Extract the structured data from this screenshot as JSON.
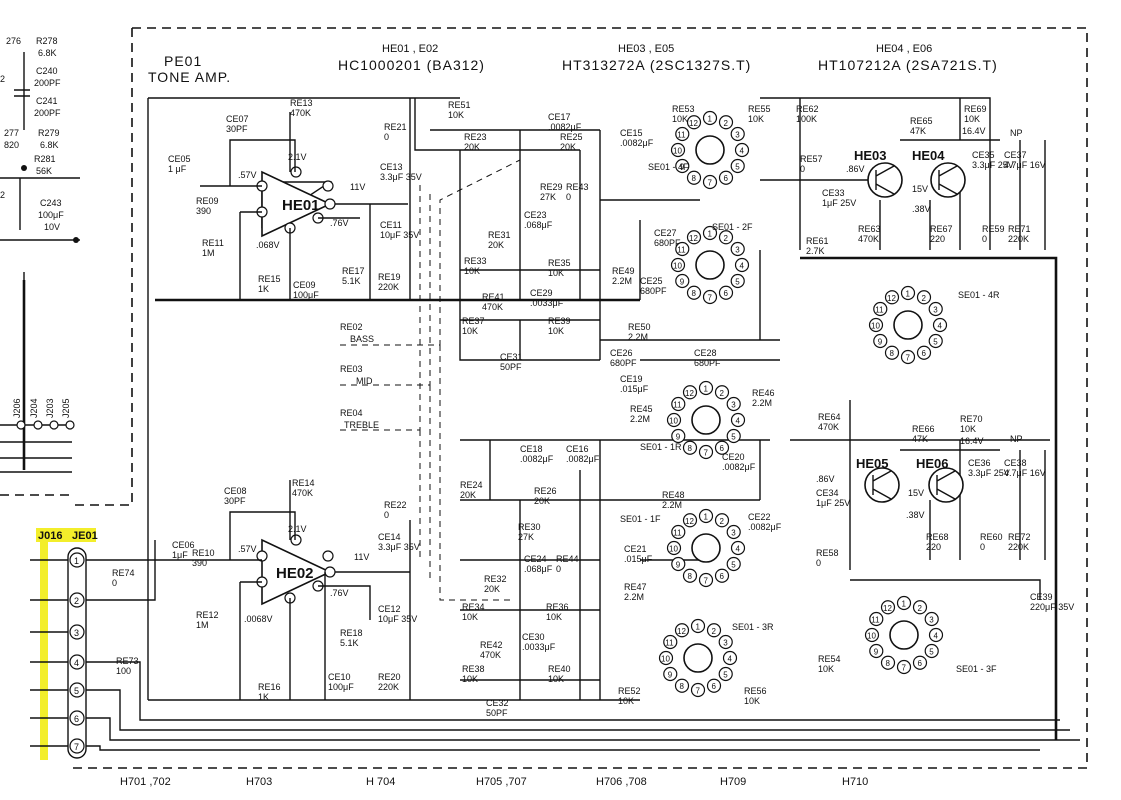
{
  "board": {
    "id": "PE01",
    "name": "TONE AMP."
  },
  "ics": {
    "ic_label": "HE01 , E02",
    "ic_part": "HC1000201 (BA312)",
    "tr1_label": "HE03 , E05",
    "tr1_part": "HT313272A (2SC1327S.T)",
    "tr2_label": "HE04 , E06",
    "tr2_part": "HT107212A (2SA721S.T)"
  },
  "amps": {
    "he01": "HE01",
    "he02": "HE02",
    "he01_v_in": ".57V",
    "he01_v_top": "2.1V",
    "he01_v_out": "11V",
    "he01_v_fb": ".76V",
    "he01_v_bot": ".068V",
    "he02_v_in": ".57V",
    "he02_v_top": "2.1V",
    "he02_v_out": "11V",
    "he02_v_fb": ".76V",
    "he02_v_bot": ".0068V"
  },
  "transistors": {
    "he03": "HE03",
    "he04": "HE04",
    "he05": "HE05",
    "he06": "HE06",
    "v_b1": ".86V",
    "v_15a": "15V",
    "v_38a": ".38V",
    "v_164a": "16.4V",
    "v_b2": ".86V",
    "v_15b": "15V",
    "v_38b": ".38V",
    "v_164b": "16.4V",
    "np1": "NP",
    "np2": "NP"
  },
  "components": [
    {
      "ref": "RE13",
      "val": "470K"
    },
    {
      "ref": "CE07",
      "val": "30PF"
    },
    {
      "ref": "CE05",
      "val": "1 μF"
    },
    {
      "ref": "RE09",
      "val": "390"
    },
    {
      "ref": "RE11",
      "val": "1M"
    },
    {
      "ref": "RE15",
      "val": "1K"
    },
    {
      "ref": "CE09",
      "val": "100μF"
    },
    {
      "ref": "RE17",
      "val": "5.1K"
    },
    {
      "ref": "CE13",
      "val": "3.3μF 35V"
    },
    {
      "ref": "CE11",
      "val": "10μF 35V"
    },
    {
      "ref": "RE21",
      "val": "0"
    },
    {
      "ref": "RE19",
      "val": "220K"
    },
    {
      "ref": "RE51",
      "val": "10K"
    },
    {
      "ref": "CE17",
      "val": ".0082μF"
    },
    {
      "ref": "RE23",
      "val": "20K"
    },
    {
      "ref": "RE25",
      "val": "20K"
    },
    {
      "ref": "CE15",
      "val": ".0082μF"
    },
    {
      "ref": "RE29",
      "val": "27K"
    },
    {
      "ref": "RE43",
      "val": "0"
    },
    {
      "ref": "CE23",
      "val": ".068μF"
    },
    {
      "ref": "RE31",
      "val": "20K"
    },
    {
      "ref": "RE33",
      "val": "10K"
    },
    {
      "ref": "RE35",
      "val": "10K"
    },
    {
      "ref": "RE41",
      "val": "470K"
    },
    {
      "ref": "CE29",
      "val": ".0033μF"
    },
    {
      "ref": "RE37",
      "val": "10K"
    },
    {
      "ref": "RE39",
      "val": "10K"
    },
    {
      "ref": "CE31",
      "val": "50PF"
    },
    {
      "ref": "RE53",
      "val": "10K"
    },
    {
      "ref": "RE55",
      "val": "10K"
    },
    {
      "ref": "CE27",
      "val": "680PF"
    },
    {
      "ref": "RE49",
      "val": "2.2M"
    },
    {
      "ref": "CE25",
      "val": "680PF"
    },
    {
      "ref": "RE50",
      "val": "2.2M"
    },
    {
      "ref": "CE26",
      "val": "680PF"
    },
    {
      "ref": "CE28",
      "val": "680PF"
    },
    {
      "ref": "CE19",
      "val": ".015μF"
    },
    {
      "ref": "RE45",
      "val": "2.2M"
    },
    {
      "ref": "RE46",
      "val": "2.2M"
    },
    {
      "ref": "CE20",
      "val": ".0082μF"
    },
    {
      "ref": "RE62",
      "val": "100K"
    },
    {
      "ref": "RE57",
      "val": "0"
    },
    {
      "ref": "CE33",
      "val": "1μF 25V"
    },
    {
      "ref": "RE61",
      "val": "2.7K"
    },
    {
      "ref": "RE63",
      "val": "470K"
    },
    {
      "ref": "RE65",
      "val": "47K"
    },
    {
      "ref": "RE69",
      "val": "10K"
    },
    {
      "ref": "CE35",
      "val": "3.3μF 25V"
    },
    {
      "ref": "CE37",
      "val": "4.7μF 16V"
    },
    {
      "ref": "RE67",
      "val": "220"
    },
    {
      "ref": "RE59",
      "val": "0"
    },
    {
      "ref": "RE71",
      "val": "220K"
    },
    {
      "ref": "RE64",
      "val": "470K"
    },
    {
      "ref": "RE66",
      "val": "47K"
    },
    {
      "ref": "RE70",
      "val": "10K"
    },
    {
      "ref": "CE36",
      "val": "3.3μF 25V"
    },
    {
      "ref": "CE38",
      "val": "4.7μF 16V"
    },
    {
      "ref": "CE34",
      "val": "1μF 25V"
    },
    {
      "ref": "RE68",
      "val": "220"
    },
    {
      "ref": "RE60",
      "val": "0"
    },
    {
      "ref": "RE72",
      "val": "220K"
    },
    {
      "ref": "RE58",
      "val": "0"
    },
    {
      "ref": "CE39",
      "val": "220μF 35V"
    },
    {
      "ref": "RE54",
      "val": "10K"
    },
    {
      "ref": "RE14",
      "val": "470K"
    },
    {
      "ref": "CE08",
      "val": "30PF"
    },
    {
      "ref": "CE06",
      "val": "1μF"
    },
    {
      "ref": "RE10",
      "val": "390"
    },
    {
      "ref": "RE12",
      "val": "1M"
    },
    {
      "ref": "RE16",
      "val": "1K"
    },
    {
      "ref": "CE10",
      "val": "100μF"
    },
    {
      "ref": "RE18",
      "val": "5.1K"
    },
    {
      "ref": "CE14",
      "val": "3.3μF 35V"
    },
    {
      "ref": "CE12",
      "val": "10μF 35V"
    },
    {
      "ref": "RE22",
      "val": "0"
    },
    {
      "ref": "RE20",
      "val": "220K"
    },
    {
      "ref": "RE74",
      "val": "0"
    },
    {
      "ref": "RE73",
      "val": "100"
    },
    {
      "ref": "CE18",
      "val": ".0082μF"
    },
    {
      "ref": "CE16",
      "val": ".0082μF"
    },
    {
      "ref": "RE24",
      "val": "20K"
    },
    {
      "ref": "RE26",
      "val": "20K"
    },
    {
      "ref": "RE30",
      "val": "27K"
    },
    {
      "ref": "CE24",
      "val": ".068μF"
    },
    {
      "ref": "RE44",
      "val": "0"
    },
    {
      "ref": "RE32",
      "val": "20K"
    },
    {
      "ref": "RE34",
      "val": "10K"
    },
    {
      "ref": "RE36",
      "val": "10K"
    },
    {
      "ref": "RE42",
      "val": "470K"
    },
    {
      "ref": "CE30",
      "val": ".0033μF"
    },
    {
      "ref": "RE38",
      "val": "10K"
    },
    {
      "ref": "RE40",
      "val": "10K"
    },
    {
      "ref": "CE32",
      "val": "50PF"
    },
    {
      "ref": "RE48",
      "val": "2.2M"
    },
    {
      "ref": "CE22",
      "val": ".0082μF"
    },
    {
      "ref": "CE21",
      "val": ".015μF"
    },
    {
      "ref": "RE47",
      "val": "2.2M"
    },
    {
      "ref": "RE52",
      "val": "10K"
    },
    {
      "ref": "RE56",
      "val": "10K"
    }
  ],
  "switches": {
    "se4f": "SE01 - 4F",
    "se2f": "SE01 - 2F",
    "se4r": "SE01 - 4R",
    "se1r": "SE01 - 1R",
    "se1f": "SE01 - 1F",
    "se3r": "SE01 - 3R",
    "se3f": "SE01 - 3F"
  },
  "controls": {
    "re02": "RE02",
    "bass": "BASS",
    "re03": "RE03",
    "mid": "MID",
    "re04": "RE04",
    "treble": "TREBLE"
  },
  "connectors": {
    "j016": "J016",
    "je01": "JE01",
    "j206": "J206",
    "j204": "J204",
    "j203": "J203",
    "j205": "J205",
    "pins": [
      "1",
      "2",
      "3",
      "4",
      "5",
      "6",
      "7"
    ]
  },
  "left_partial": {
    "r276": "276",
    "r278": "R278",
    "v68k_a": "6.8K",
    "c240": "C240",
    "c240v": "200PF",
    "c241": "C241",
    "c241v": "200PF",
    "r277": "277",
    "r279": "R279",
    "v68k_b": "6.8K",
    "v820": "820",
    "r281": "R281",
    "v56k": "56K",
    "c243": "C243",
    "c243v": "100μF",
    "c243vv": "10V",
    "n2": "2",
    "n2b": "2"
  },
  "bottom_labels": [
    "H701 ,702",
    "H703",
    "H 704",
    "H705 ,707",
    "H706 ,708",
    "H709",
    "H710"
  ]
}
